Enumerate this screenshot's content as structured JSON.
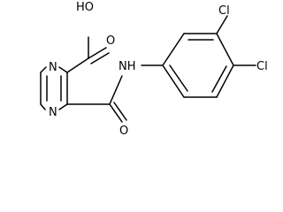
{
  "molecule": {
    "atoms": {
      "oh": "HO",
      "acid_o": "O",
      "amide_nh": "NH",
      "amide_o": "O",
      "n1": "N",
      "n4": "N",
      "cl3": "Cl",
      "cl4": "Cl"
    }
  },
  "colors": {
    "bond": "#000000",
    "text": "#000000",
    "background": "#ffffff"
  }
}
